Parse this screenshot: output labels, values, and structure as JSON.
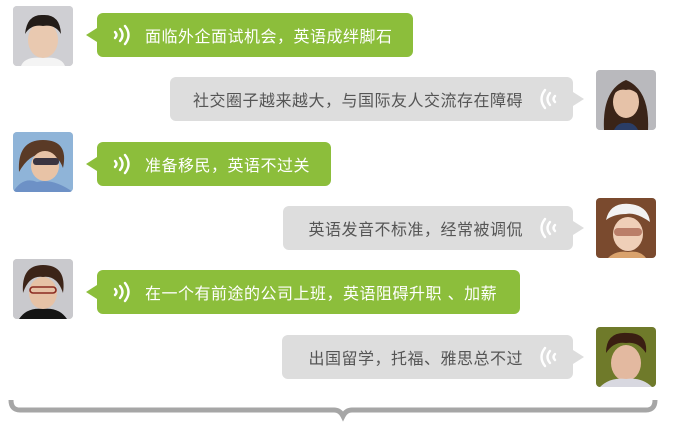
{
  "colors": {
    "green_bubble": "#8cbe3b",
    "gray_bubble": "#dddddd",
    "gray_text": "#555555",
    "brace": "#a6a6a6"
  },
  "messages": [
    {
      "side": "left",
      "style": "green",
      "text": "面临外企面试机会，英语成绊脚石",
      "icon": "sound-wave-icon"
    },
    {
      "side": "right",
      "style": "gray",
      "text": "社交圈子越来越大，与国际友人交流存在障碍",
      "icon": "sound-wave-icon"
    },
    {
      "side": "left",
      "style": "green",
      "text": "准备移民，英语不过关",
      "icon": "sound-wave-icon"
    },
    {
      "side": "right",
      "style": "gray",
      "text": "英语发音不标准，经常被调侃",
      "icon": "sound-wave-icon"
    },
    {
      "side": "left",
      "style": "green",
      "text": "在一个有前途的公司上班，英语阻碍升职 、加薪",
      "icon": "sound-wave-icon"
    },
    {
      "side": "right",
      "style": "gray",
      "text": "出国留学，托福、雅思总不过",
      "icon": "sound-wave-icon"
    }
  ]
}
